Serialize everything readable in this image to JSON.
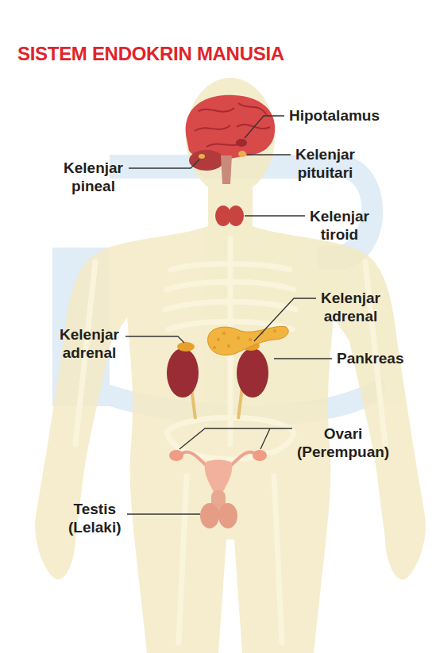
{
  "diagram": {
    "title": "SISTEM ENDOKRIN MANUSIA",
    "labels": [
      "Hipotalamus",
      "Kelenjar pituitari",
      "Kelenjar pineal",
      "Kelenjar tiroid",
      "Kelenjar adrenal",
      "Kelenjar adrenal",
      "Pankreas",
      "Ovari (Perempuan)",
      "Testis (Lelaki)"
    ]
  }
}
